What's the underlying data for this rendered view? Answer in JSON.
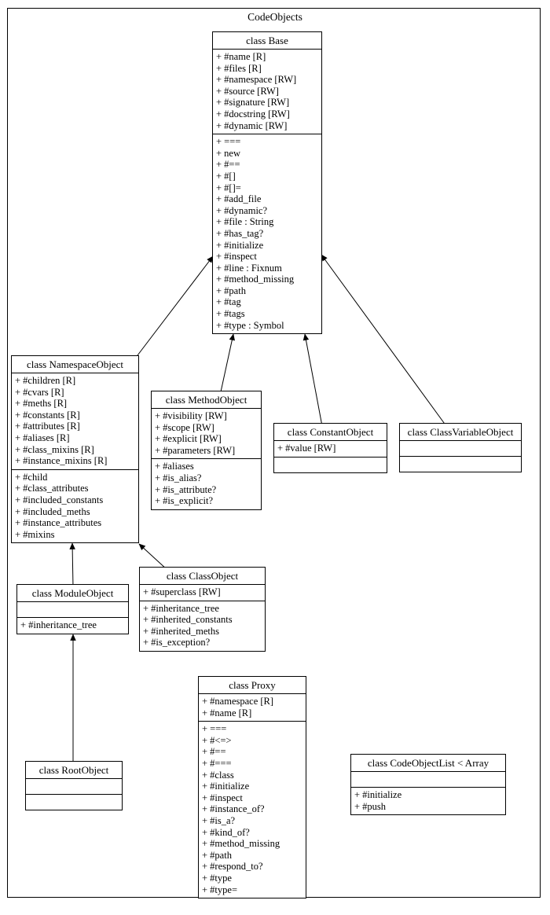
{
  "diagram": {
    "title": "CodeObjects",
    "classes": [
      {
        "id": "base",
        "title": "class Base",
        "attributes": [
          "+ #name [R]",
          "+ #files [R]",
          "+ #namespace [RW]",
          "+ #source [RW]",
          "+ #signature [RW]",
          "+ #docstring [RW]",
          "+ #dynamic [RW]"
        ],
        "methods": [
          "+ ===",
          "+ new",
          "+ #==",
          "+ #[]",
          "+ #[]=",
          "+ #add_file",
          "+ #dynamic?",
          "+ #file : String",
          "+ #has_tag?",
          "+ #initialize",
          "+ #inspect",
          "+ #line : Fixnum",
          "+ #method_missing",
          "+ #path",
          "+ #tag",
          "+ #tags",
          "+ #type : Symbol"
        ]
      },
      {
        "id": "namespaceobject",
        "title": "class NamespaceObject",
        "attributes": [
          "+ #children [R]",
          "+ #cvars [R]",
          "+ #meths [R]",
          "+ #constants [R]",
          "+ #attributes [R]",
          "+ #aliases [R]",
          "+ #class_mixins [R]",
          "+ #instance_mixins [R]"
        ],
        "methods": [
          "+ #child",
          "+ #class_attributes",
          "+ #included_constants",
          "+ #included_meths",
          "+ #instance_attributes",
          "+ #mixins"
        ]
      },
      {
        "id": "methodobject",
        "title": "class MethodObject",
        "attributes": [
          "+ #visibility [RW]",
          "+ #scope [RW]",
          "+ #explicit [RW]",
          "+ #parameters [RW]"
        ],
        "methods": [
          "+ #aliases",
          "+ #is_alias?",
          "+ #is_attribute?",
          "+ #is_explicit?"
        ]
      },
      {
        "id": "constantobject",
        "title": "class ConstantObject",
        "attributes": [
          "+ #value [RW]"
        ],
        "methods": []
      },
      {
        "id": "classvariableobject",
        "title": "class ClassVariableObject",
        "attributes": [],
        "methods": []
      },
      {
        "id": "classobject",
        "title": "class ClassObject",
        "attributes": [
          "+ #superclass [RW]"
        ],
        "methods": [
          "+ #inheritance_tree",
          "+ #inherited_constants",
          "+ #inherited_meths",
          "+ #is_exception?"
        ]
      },
      {
        "id": "moduleobject",
        "title": "class ModuleObject",
        "attributes": [],
        "methods": [
          "+ #inheritance_tree"
        ]
      },
      {
        "id": "rootobject",
        "title": "class RootObject",
        "attributes": [],
        "methods": []
      },
      {
        "id": "proxy",
        "title": "class Proxy",
        "attributes": [
          "+ #namespace [R]",
          "+ #name [R]"
        ],
        "methods": [
          "+ ===",
          "+ #<=>",
          "+ #==",
          "+ #===",
          "+ #class",
          "+ #initialize",
          "+ #inspect",
          "+ #instance_of?",
          "+ #is_a?",
          "+ #kind_of?",
          "+ #method_missing",
          "+ #path",
          "+ #respond_to?",
          "+ #type",
          "+ #type="
        ]
      },
      {
        "id": "codeobjectlist",
        "title": "class CodeObjectList < Array",
        "attributes": [],
        "methods": [
          "+ #initialize",
          "+ #push"
        ]
      }
    ],
    "edges": [
      {
        "from": "namespaceobject",
        "to": "base"
      },
      {
        "from": "methodobject",
        "to": "base"
      },
      {
        "from": "constantobject",
        "to": "base"
      },
      {
        "from": "classvariableobject",
        "to": "base"
      },
      {
        "from": "classobject",
        "to": "namespaceobject"
      },
      {
        "from": "moduleobject",
        "to": "namespaceobject"
      },
      {
        "from": "rootobject",
        "to": "moduleobject"
      }
    ]
  }
}
